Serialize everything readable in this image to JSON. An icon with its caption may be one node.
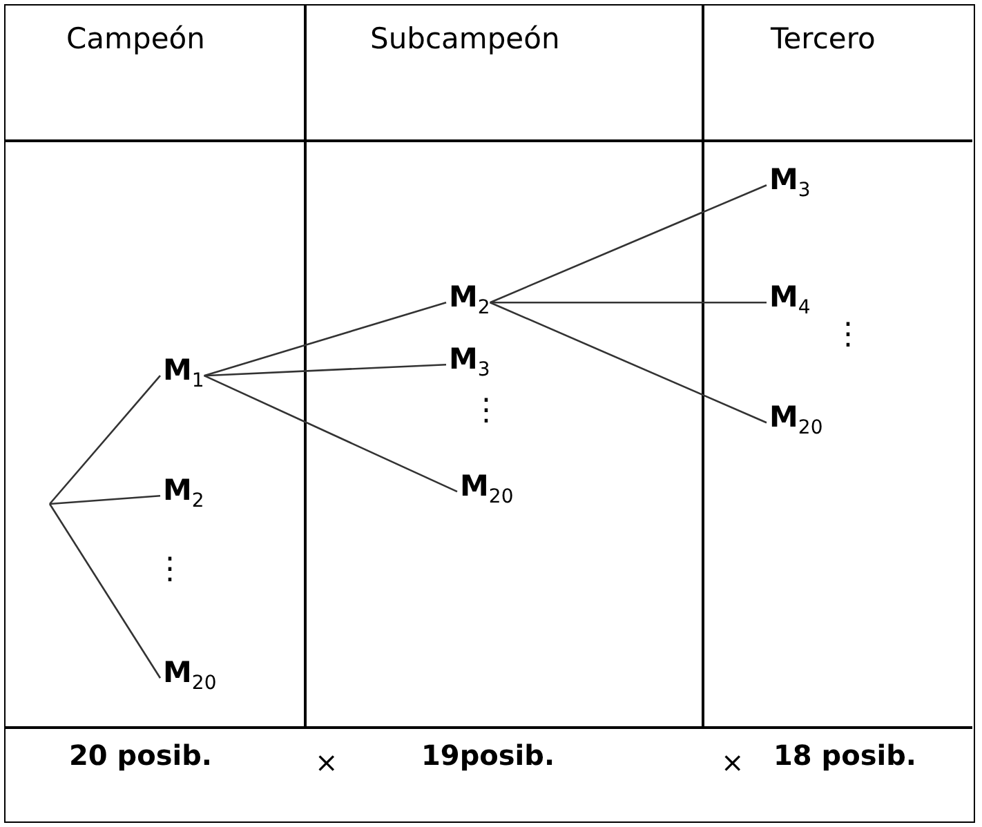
{
  "diagram": {
    "nodes": [
      {
        "text": [
          "M$_{1}$"
        ]
      },
      {
        "text": [
          "M$_{2}$"
        ]
      },
      {
        "text": [
          "M$_{20}$"
        ]
      },
      {
        "text": [
          "M$_{2}$"
        ]
      },
      {
        "text": [
          "M$_{3}$"
        ]
      },
      {
        "text": [
          "M$_{20}$"
        ]
      },
      {
        "text": [
          "M$_{3}$"
        ]
      },
      {
        "text": [
          "M$_{4}$"
        ]
      },
      {
        "text": [
          "M$_{20}$"
        ]
      }
    ],
    "edges": [
      {
        "from": null,
        "to": 0,
        "arrow": "none"
      },
      {
        "from": null,
        "to": 1,
        "arrow": "none"
      },
      {
        "from": null,
        "to": 2,
        "arrow": "none"
      },
      {
        "from": 0,
        "to": 3,
        "arrow": "none"
      },
      {
        "from": 0,
        "to": 4,
        "arrow": "none"
      },
      {
        "from": 0,
        "to": 5,
        "arrow": "none"
      },
      {
        "from": 3,
        "to": 6,
        "arrow": "none"
      },
      {
        "from": 3,
        "to": 7,
        "arrow": "none"
      },
      {
        "from": 3,
        "to": 8,
        "arrow": "none"
      }
    ],
    "labels": [
      "Campeón",
      "Subcampeón",
      "Tercero",
      "⋮",
      "⋮",
      "⋮",
      "20 posib.",
      "×",
      "19posib.",
      "×",
      "18 posib."
    ]
  }
}
